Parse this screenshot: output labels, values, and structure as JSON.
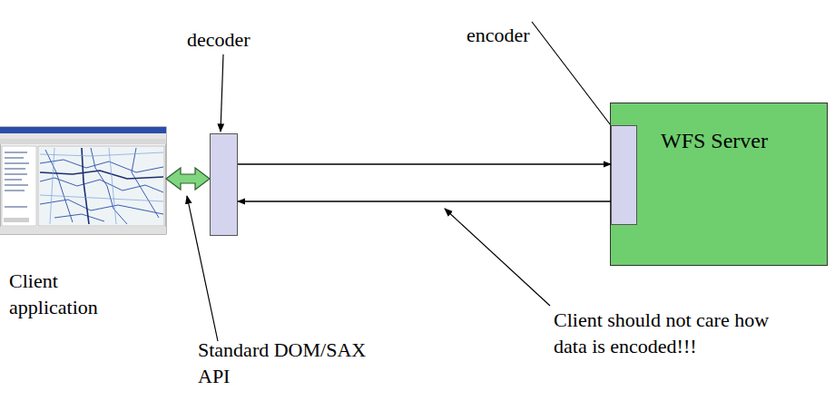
{
  "diagram": {
    "nodes": [
      {
        "text": [
          "Client application"
        ]
      },
      {
        "text": [
          "decoder"
        ]
      },
      {
        "text": [
          "WFS Server"
        ]
      },
      {
        "text": [
          "encoder"
        ],
        "in": 2
      }
    ],
    "edges": [
      {
        "from": 0,
        "to": 1,
        "arrow": "both"
      },
      {
        "from": 1,
        "to": 3,
        "arrow": "to"
      },
      {
        "from": 3,
        "to": 1,
        "arrow": "to"
      }
    ],
    "labels": [
      "Standard DOM/SAX API",
      "Client should not care how data is encoded!!!"
    ]
  }
}
